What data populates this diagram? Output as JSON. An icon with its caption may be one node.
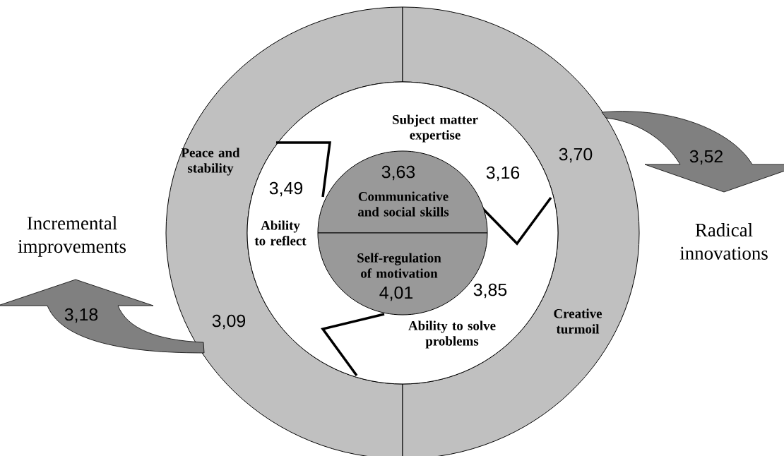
{
  "diagram": {
    "nodes": [
      {
        "text": [
          "Peace and stability",
          "3,09"
        ]
      },
      {
        "text": [
          "3,70",
          "Creative turmoil"
        ]
      },
      {
        "text": [],
        "shape": "circle"
      },
      {
        "text": [
          "Subject matter expertise",
          "3,16"
        ],
        "in": 2
      },
      {
        "text": [
          "3,49",
          "Ability to reflect"
        ],
        "in": 2
      },
      {
        "text": [
          "3,85",
          "Ability to solve problems"
        ],
        "in": 2
      },
      {
        "text": [
          "3,63",
          "Communicative and social skills"
        ],
        "in": 2
      },
      {
        "text": [
          "Self-regulation of motivation",
          "4,01"
        ],
        "in": 2
      },
      {
        "text": [
          "3,18"
        ],
        "beside": [
          "Incremental improvements"
        ]
      },
      {
        "text": [
          "3,52"
        ],
        "beside": [
          "Radical innovations"
        ]
      }
    ]
  }
}
